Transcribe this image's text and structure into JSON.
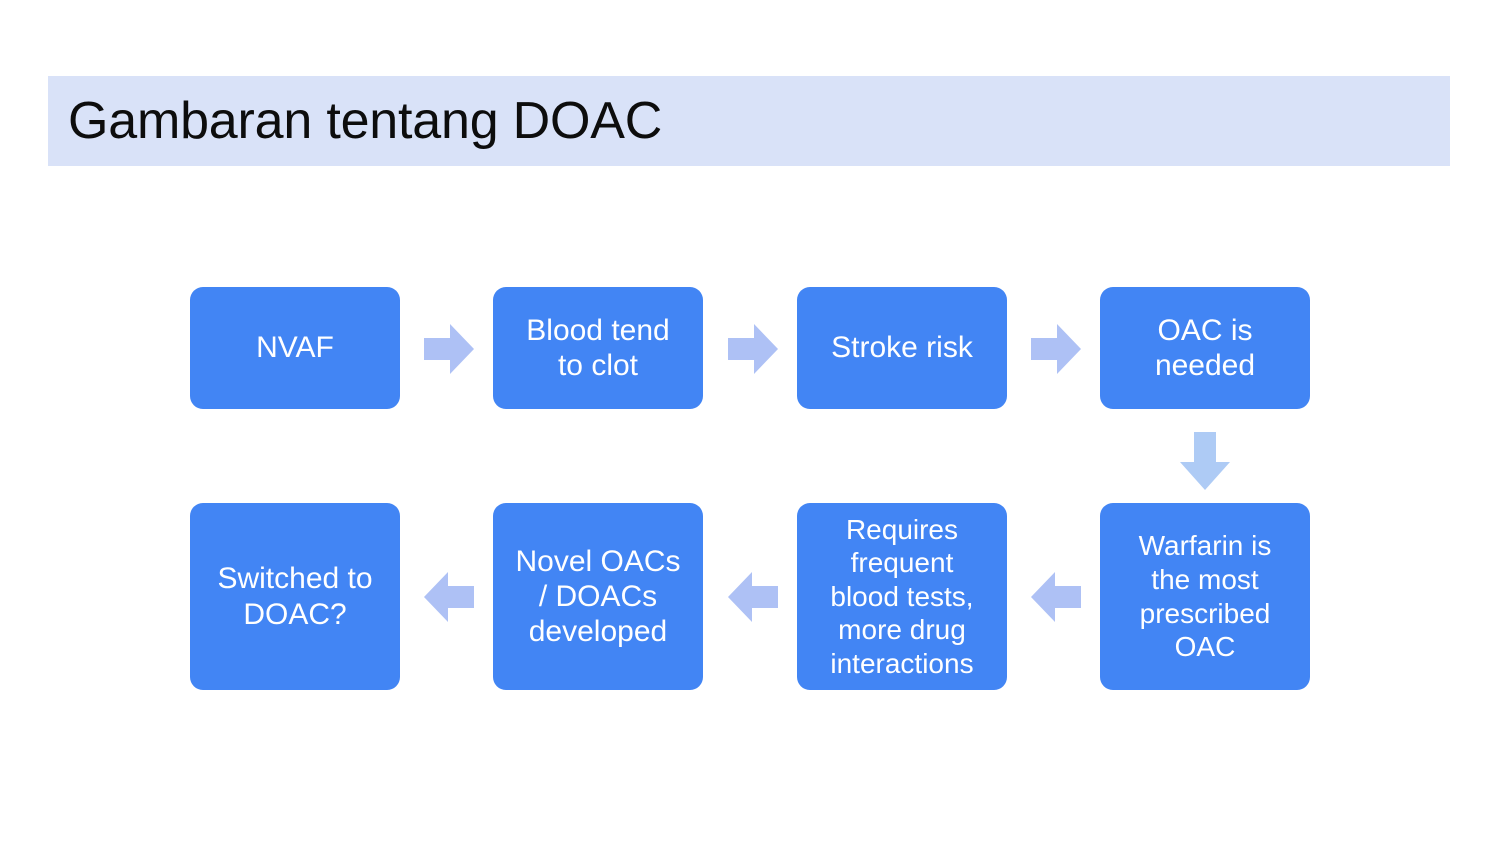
{
  "slide": {
    "title": "Gambaran tentang DOAC",
    "background_color": "#FFFFFF",
    "title_band_color": "#D9E2F8",
    "title_text_color": "#0D0D0D"
  },
  "colors": {
    "box_fill": "#4285F4",
    "box_text": "#FFFFFF",
    "arrow_horizontal": "#AEC1F5",
    "arrow_down": "#AECBF5"
  },
  "flow": {
    "row1": [
      {
        "id": "nvaf",
        "label": "NVAF"
      },
      {
        "id": "blood-tend-to-clot",
        "label": "Blood tend\nto clot"
      },
      {
        "id": "stroke-risk",
        "label": "Stroke risk"
      },
      {
        "id": "oac-is-needed",
        "label": "OAC is\nneeded"
      }
    ],
    "row2": [
      {
        "id": "switched-to-doac",
        "label": "Switched to\nDOAC?"
      },
      {
        "id": "novel-oacs-doacs-developed",
        "label": "Novel OACs\n/ DOACs\ndeveloped"
      },
      {
        "id": "requires-frequent-blood-tests",
        "label": "Requires\nfrequent\nblood tests,\nmore drug\ninteractions"
      },
      {
        "id": "warfarin-most-prescribed-oac",
        "label": "Warfarin is\nthe most\nprescribed\nOAC"
      }
    ],
    "connectors": [
      {
        "id": "arrow-nvaf-to-blood",
        "direction": "right"
      },
      {
        "id": "arrow-blood-to-stroke",
        "direction": "right"
      },
      {
        "id": "arrow-stroke-to-oac",
        "direction": "right"
      },
      {
        "id": "arrow-oac-to-warfarin",
        "direction": "down"
      },
      {
        "id": "arrow-warfarin-to-requires",
        "direction": "left"
      },
      {
        "id": "arrow-requires-to-novel",
        "direction": "left"
      },
      {
        "id": "arrow-novel-to-switched",
        "direction": "left"
      }
    ]
  }
}
